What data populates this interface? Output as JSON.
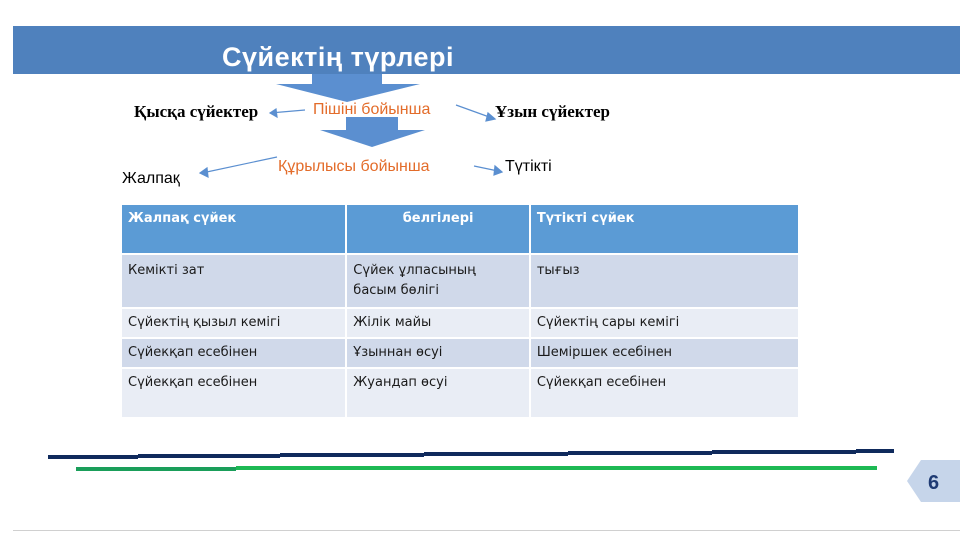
{
  "slide": {
    "title": "Сүйектің түрлері",
    "page_number": "6",
    "colors": {
      "banner": "#4f81bd",
      "arrow": "#5b8fd0",
      "category_label": "#e36c2a",
      "table_header": "#5b9bd5",
      "row_dark": "#d0d9ea",
      "row_light": "#e9edf5",
      "line_navy": "#0f2a5c",
      "line_green": "#1db954"
    }
  },
  "diagram": {
    "by_shape": {
      "label": "Пішіні бойынша",
      "left": "Қысқа сүйектер",
      "right": "Ұзын сүйектер"
    },
    "by_structure": {
      "label": "Құрылысы бойынша",
      "left": "Жалпақ",
      "right": "Түтікті"
    }
  },
  "table": {
    "headers": [
      "Жалпақ сүйек",
      "белгілері",
      "Түтікті сүйек"
    ],
    "rows": [
      [
        "Кемікті зат",
        "Сүйек ұлпасының басым бөлігі",
        "тығыз"
      ],
      [
        "Сүйектің қызыл кемігі",
        "Жілік майы",
        "Сүйектің сары кемігі"
      ],
      [
        "Сүйекқап есебінен",
        "Ұзыннан өсуі",
        "Шеміршек есебінен"
      ],
      [
        "Сүйекқап есебінен",
        "Жуандап өсуі",
        "Сүйекқап есебінен"
      ]
    ]
  }
}
